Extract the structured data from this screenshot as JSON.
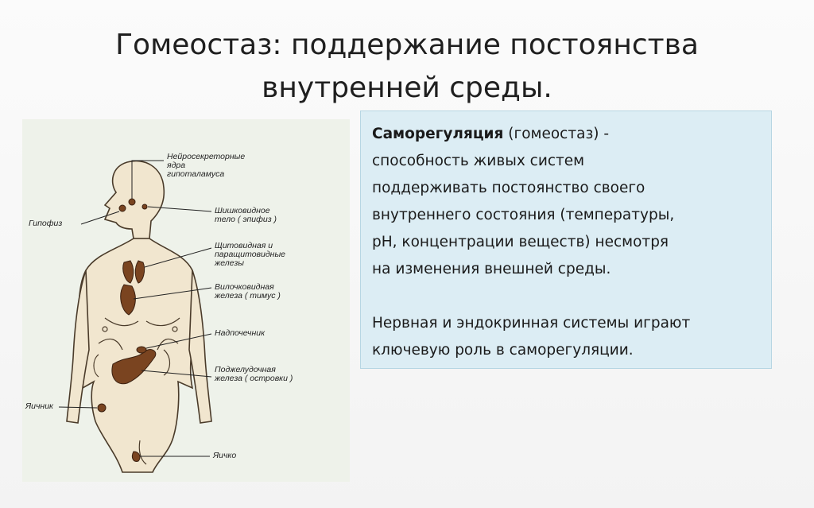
{
  "slide": {
    "title_line1": "Гомеостаз: поддержание постоянства",
    "title_line2": "внутренней среды."
  },
  "figure": {
    "labels": {
      "neurosecretory": "Нейросекреторные\nядра\nгипоталамуса",
      "pituitary": "Гипофиз",
      "pineal": "Шишковидное\nтело ( эпифиз )",
      "thyroid": "Щитовидная и\nпаращитовидные\nжелезы",
      "thymus": "Вилочковидная\nжелеза ( тимус )",
      "adrenal": "Надпочечник",
      "pancreas": "Поджелудочная\nжелеза ( островки )",
      "ovary": "Яичник",
      "testis": "Яичко"
    }
  },
  "definition": {
    "term": "Саморегуляция",
    "line1_rest": " (гомеостаз) -",
    "line2": "способность живых систем",
    "line3": "поддерживать постоянство своего",
    "line4": "внутреннего состояния (температуры,",
    "line5": "рН, концентрации веществ) несмотря",
    "line6": "на изменения внешней среды.",
    "para2_line1": "Нервная и эндокринная системы играют",
    "para2_line2": "ключевую роль в саморегуляции."
  },
  "colors": {
    "info_bg": "#dcedf4",
    "figure_bg": "#eef2ea",
    "body_fill": "#f1e6cf",
    "gland_color": "#7a4420"
  }
}
